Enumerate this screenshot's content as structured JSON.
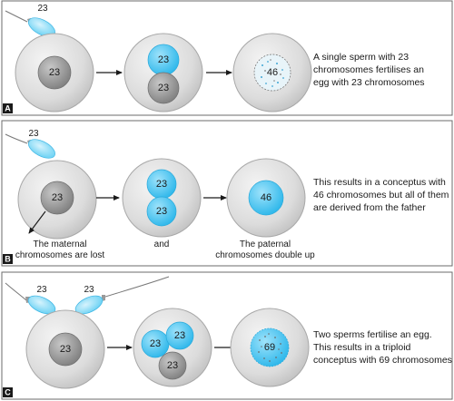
{
  "panels": {
    "a": {
      "badge": "A",
      "sperm_label": "23",
      "egg_nucleus": "23",
      "pronucleus_top": "23",
      "pronucleus_bottom": "23",
      "zygote_nucleus": "46",
      "caption": [
        "A single sperm with 23",
        "chromosomes fertilises an",
        "egg with 23 chromosomes"
      ]
    },
    "b": {
      "badge": "B",
      "sperm_label": "23",
      "egg_nucleus": "23",
      "pronucleus_top": "23",
      "pronucleus_bottom": "23",
      "zygote_nucleus": "46",
      "note_left": [
        "The maternal",
        "chromosomes are lost"
      ],
      "note_mid": "and",
      "note_right": [
        "The paternal",
        "chromosomes double up"
      ],
      "caption": [
        "This results in a conceptus with",
        "46 chromosomes but all of them",
        "are derived from the father"
      ]
    },
    "c": {
      "badge": "C",
      "sperm1_label": "23",
      "sperm2_label": "23",
      "egg_nucleus": "23",
      "pronucleus_1": "23",
      "pronucleus_2": "23",
      "pronucleus_3": "23",
      "zygote_nucleus": "69",
      "caption": [
        "Two sperms fertilise an egg.",
        "This results in a triploid",
        "conceptus with 69 chromosomes"
      ]
    }
  },
  "colors": {
    "paternal_blue": "#3fc3f0",
    "maternal_gray": "#8f8f8f",
    "cell_gray": "#dcdcdc",
    "frame": "#6b6b6b"
  }
}
